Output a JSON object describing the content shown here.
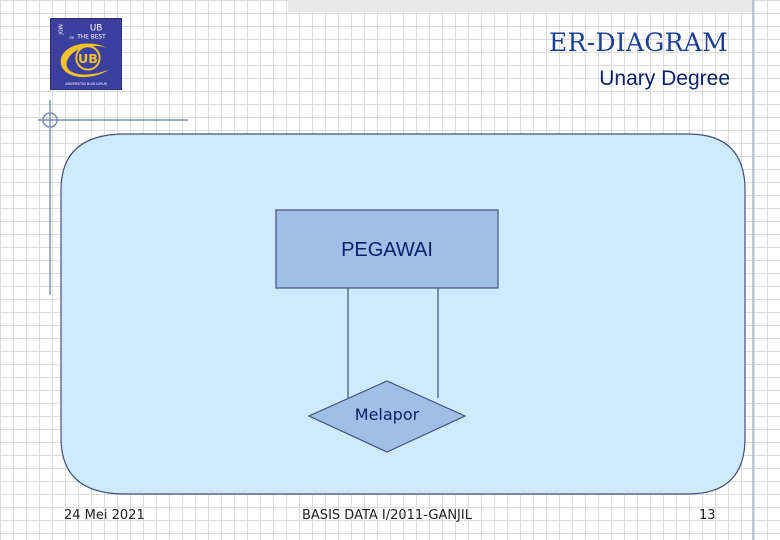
{
  "slide": {
    "title": "ER-DIAGRAM",
    "subtitle": "Unary Degree"
  },
  "logo": {
    "text_join": "JOIN",
    "text_ub_small": "UB",
    "text_be": "be",
    "text_the_best": "THE BEST",
    "text_ub": "UB",
    "text_bottom": "UNIVERSITAS BUDI LUHUR"
  },
  "diagram": {
    "entity": {
      "label": "PEGAWAI"
    },
    "relationship": {
      "label": "Melapor"
    }
  },
  "footer": {
    "date": "24 Mei 2021",
    "course": "BASIS DATA I/2011-GANJIL",
    "page": "13"
  },
  "colors": {
    "title": "#1a3f95",
    "panel_fill": "#cfeaff",
    "entity_fill": "#9fbfe6",
    "relationship_fill": "#9fbfe6",
    "outline": "#44507a",
    "logo_bg": "#3b3f9e",
    "logo_accent": "#f2c12e"
  }
}
